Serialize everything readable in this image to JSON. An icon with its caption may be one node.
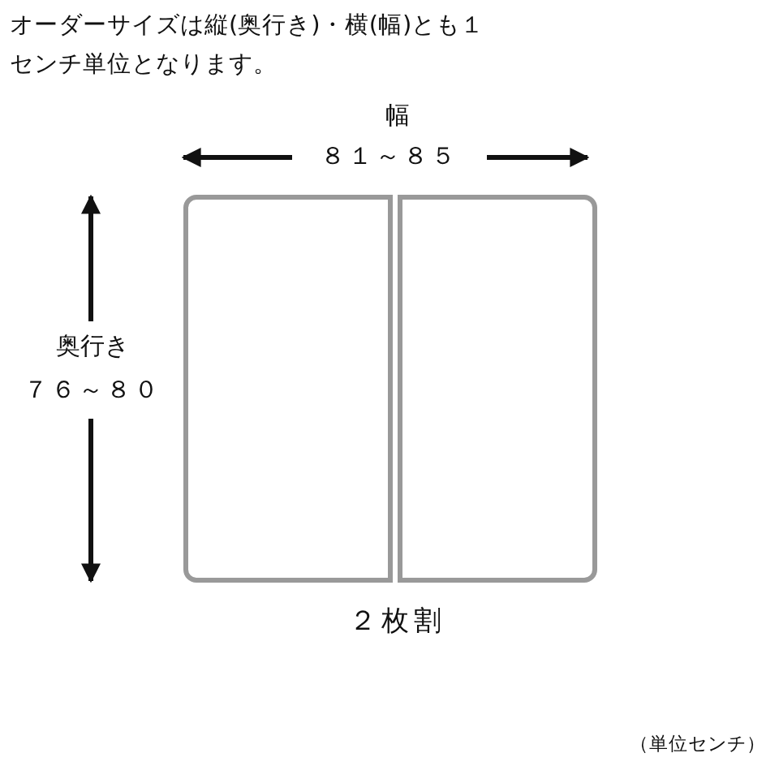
{
  "diagram": {
    "title": "オーダーサイズは縦(奥行き)・横(幅)とも１センチ単位となります。",
    "nodes": [
      {
        "text": [],
        "shape": "box"
      },
      {
        "text": [],
        "shape": "box"
      }
    ],
    "edges": [],
    "labels": [
      "幅",
      "８１～８５",
      "奥行き",
      "７６～８０",
      "２枚割",
      "（単位センチ）"
    ]
  }
}
